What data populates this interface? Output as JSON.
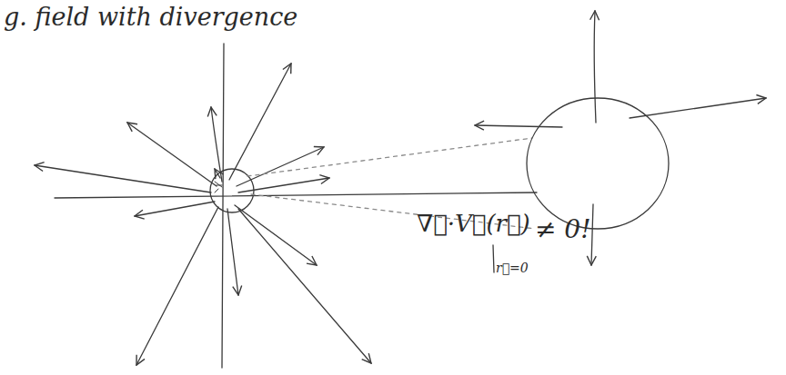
{
  "diagram": {
    "title": "g. field with divergence",
    "labels": [
      "∇⃗·V⃗(r⃗)",
      "≠ 0!",
      "r⃗=0"
    ]
  }
}
